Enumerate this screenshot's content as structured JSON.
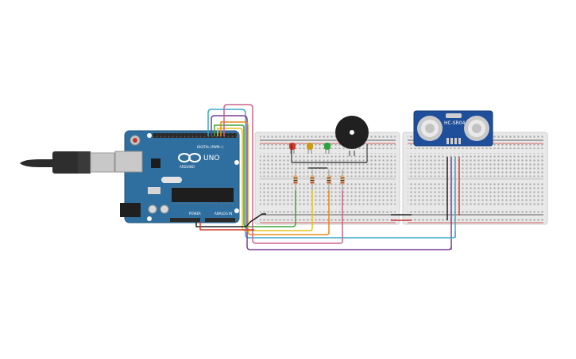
{
  "arduino": {
    "brand": "UNO",
    "maker": "ARDUINO",
    "digital_label": "DIGITAL (PWM~)",
    "power_label": "POWER",
    "analog_label": "ANALOG IN",
    "board_color": "#2f6f9f",
    "header_color": "#2a2a2a"
  },
  "sensor": {
    "model": "HC-SR04",
    "pcb_color": "#1f4f9a"
  },
  "leds": [
    {
      "name": "red-led",
      "color": "#d23a2a"
    },
    {
      "name": "yellow-led",
      "color": "#c79b17"
    },
    {
      "name": "green-led",
      "color": "#2aa43a"
    }
  ],
  "wire_colors": {
    "red": "#d63a2e",
    "black": "#222222",
    "green": "#3fa535",
    "yellow": "#e6c21c",
    "orange": "#e88a1a",
    "cyan": "#3aa7c8",
    "purple": "#7a3f9a",
    "pink": "#c8658a"
  },
  "breadboard_color": "#e8e8e8"
}
